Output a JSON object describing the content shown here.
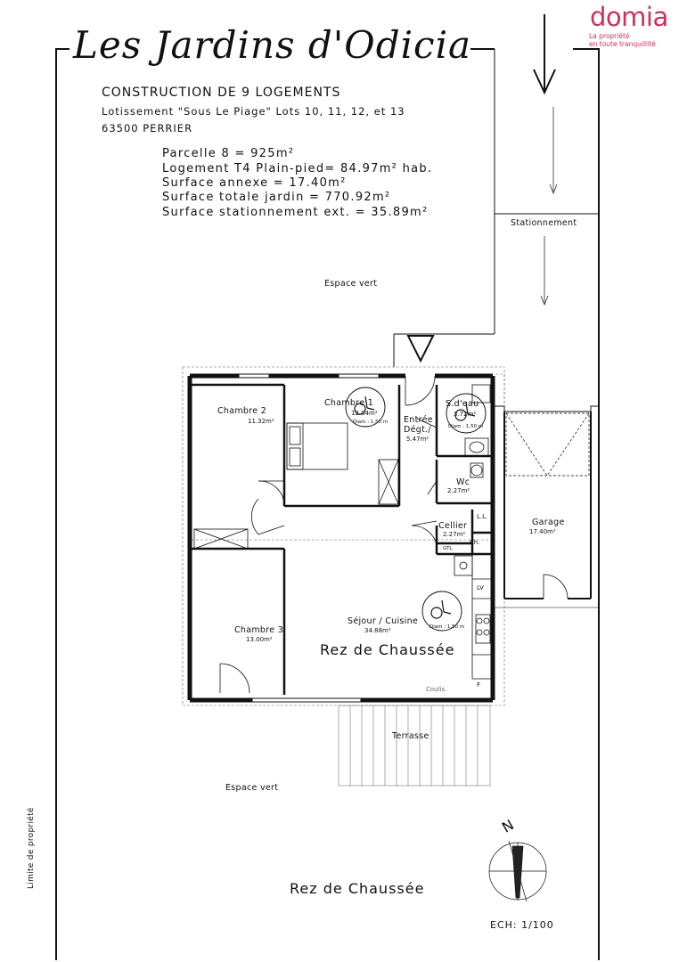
{
  "title": "Les Jardins d'Odicia",
  "logo": {
    "name": "domia",
    "tagline_1": "La propriété",
    "tagline_2": "en toute tranquillité",
    "color": "#c9325d"
  },
  "header": {
    "line1": "CONSTRUCTION DE 9 LOGEMENTS",
    "line2": "Lotissement \"Sous Le Piage\" Lots 10, 11, 12, et 13",
    "line3": "63500 PERRIER"
  },
  "surfaces": [
    "Parcelle 8 = 925m²",
    "Logement  T4 Plain-pied= 84.97m² hab.",
    "Surface annexe = 17.40m²",
    "Surface totale jardin = 770.92m²",
    "Surface stationnement ext. = 35.89m²"
  ],
  "zones": {
    "stationnement": "Stationnement",
    "espace_vert_top": "Espace vert",
    "espace_vert_bottom": "Espace vert",
    "terrasse": "Terrasse",
    "limite": "Limite de propriété"
  },
  "rooms": {
    "chambre2": {
      "name": "Chambre 2",
      "area": "11.32m²"
    },
    "chambre1": {
      "name": "Chambre 1",
      "area": "12.04m²",
      "diam": "Diam : 1.50 m"
    },
    "entree": {
      "name1": "Entrée",
      "name2": "Dégt./",
      "area": "5.47m²"
    },
    "sdeau": {
      "name": "S.d'eau",
      "area": "3.72m²",
      "diam": "Diam : 1.50 m"
    },
    "wc": {
      "name": "Wc",
      "area": "2.27m²"
    },
    "cellier": {
      "name": "Cellier",
      "area": "2.27m²"
    },
    "garage": {
      "name": "Garage",
      "area": "17.40m²"
    },
    "chambre3": {
      "name": "Chambre 3",
      "area": "13.00m²"
    },
    "sejour": {
      "name": "Séjour / Cuisine",
      "area": "34.88m²",
      "diam": "Diam : 1.50 m"
    }
  },
  "fixtures": {
    "ll": "L.L.",
    "ch": "Ch.",
    "gtl": "GTL",
    "lv": "LV",
    "f": "F",
    "coulis": "Coulis."
  },
  "level_inner": "Rez de Chaussée",
  "level_caption": "Rez de Chaussée",
  "north": "N",
  "scale": "ECH: 1/100"
}
